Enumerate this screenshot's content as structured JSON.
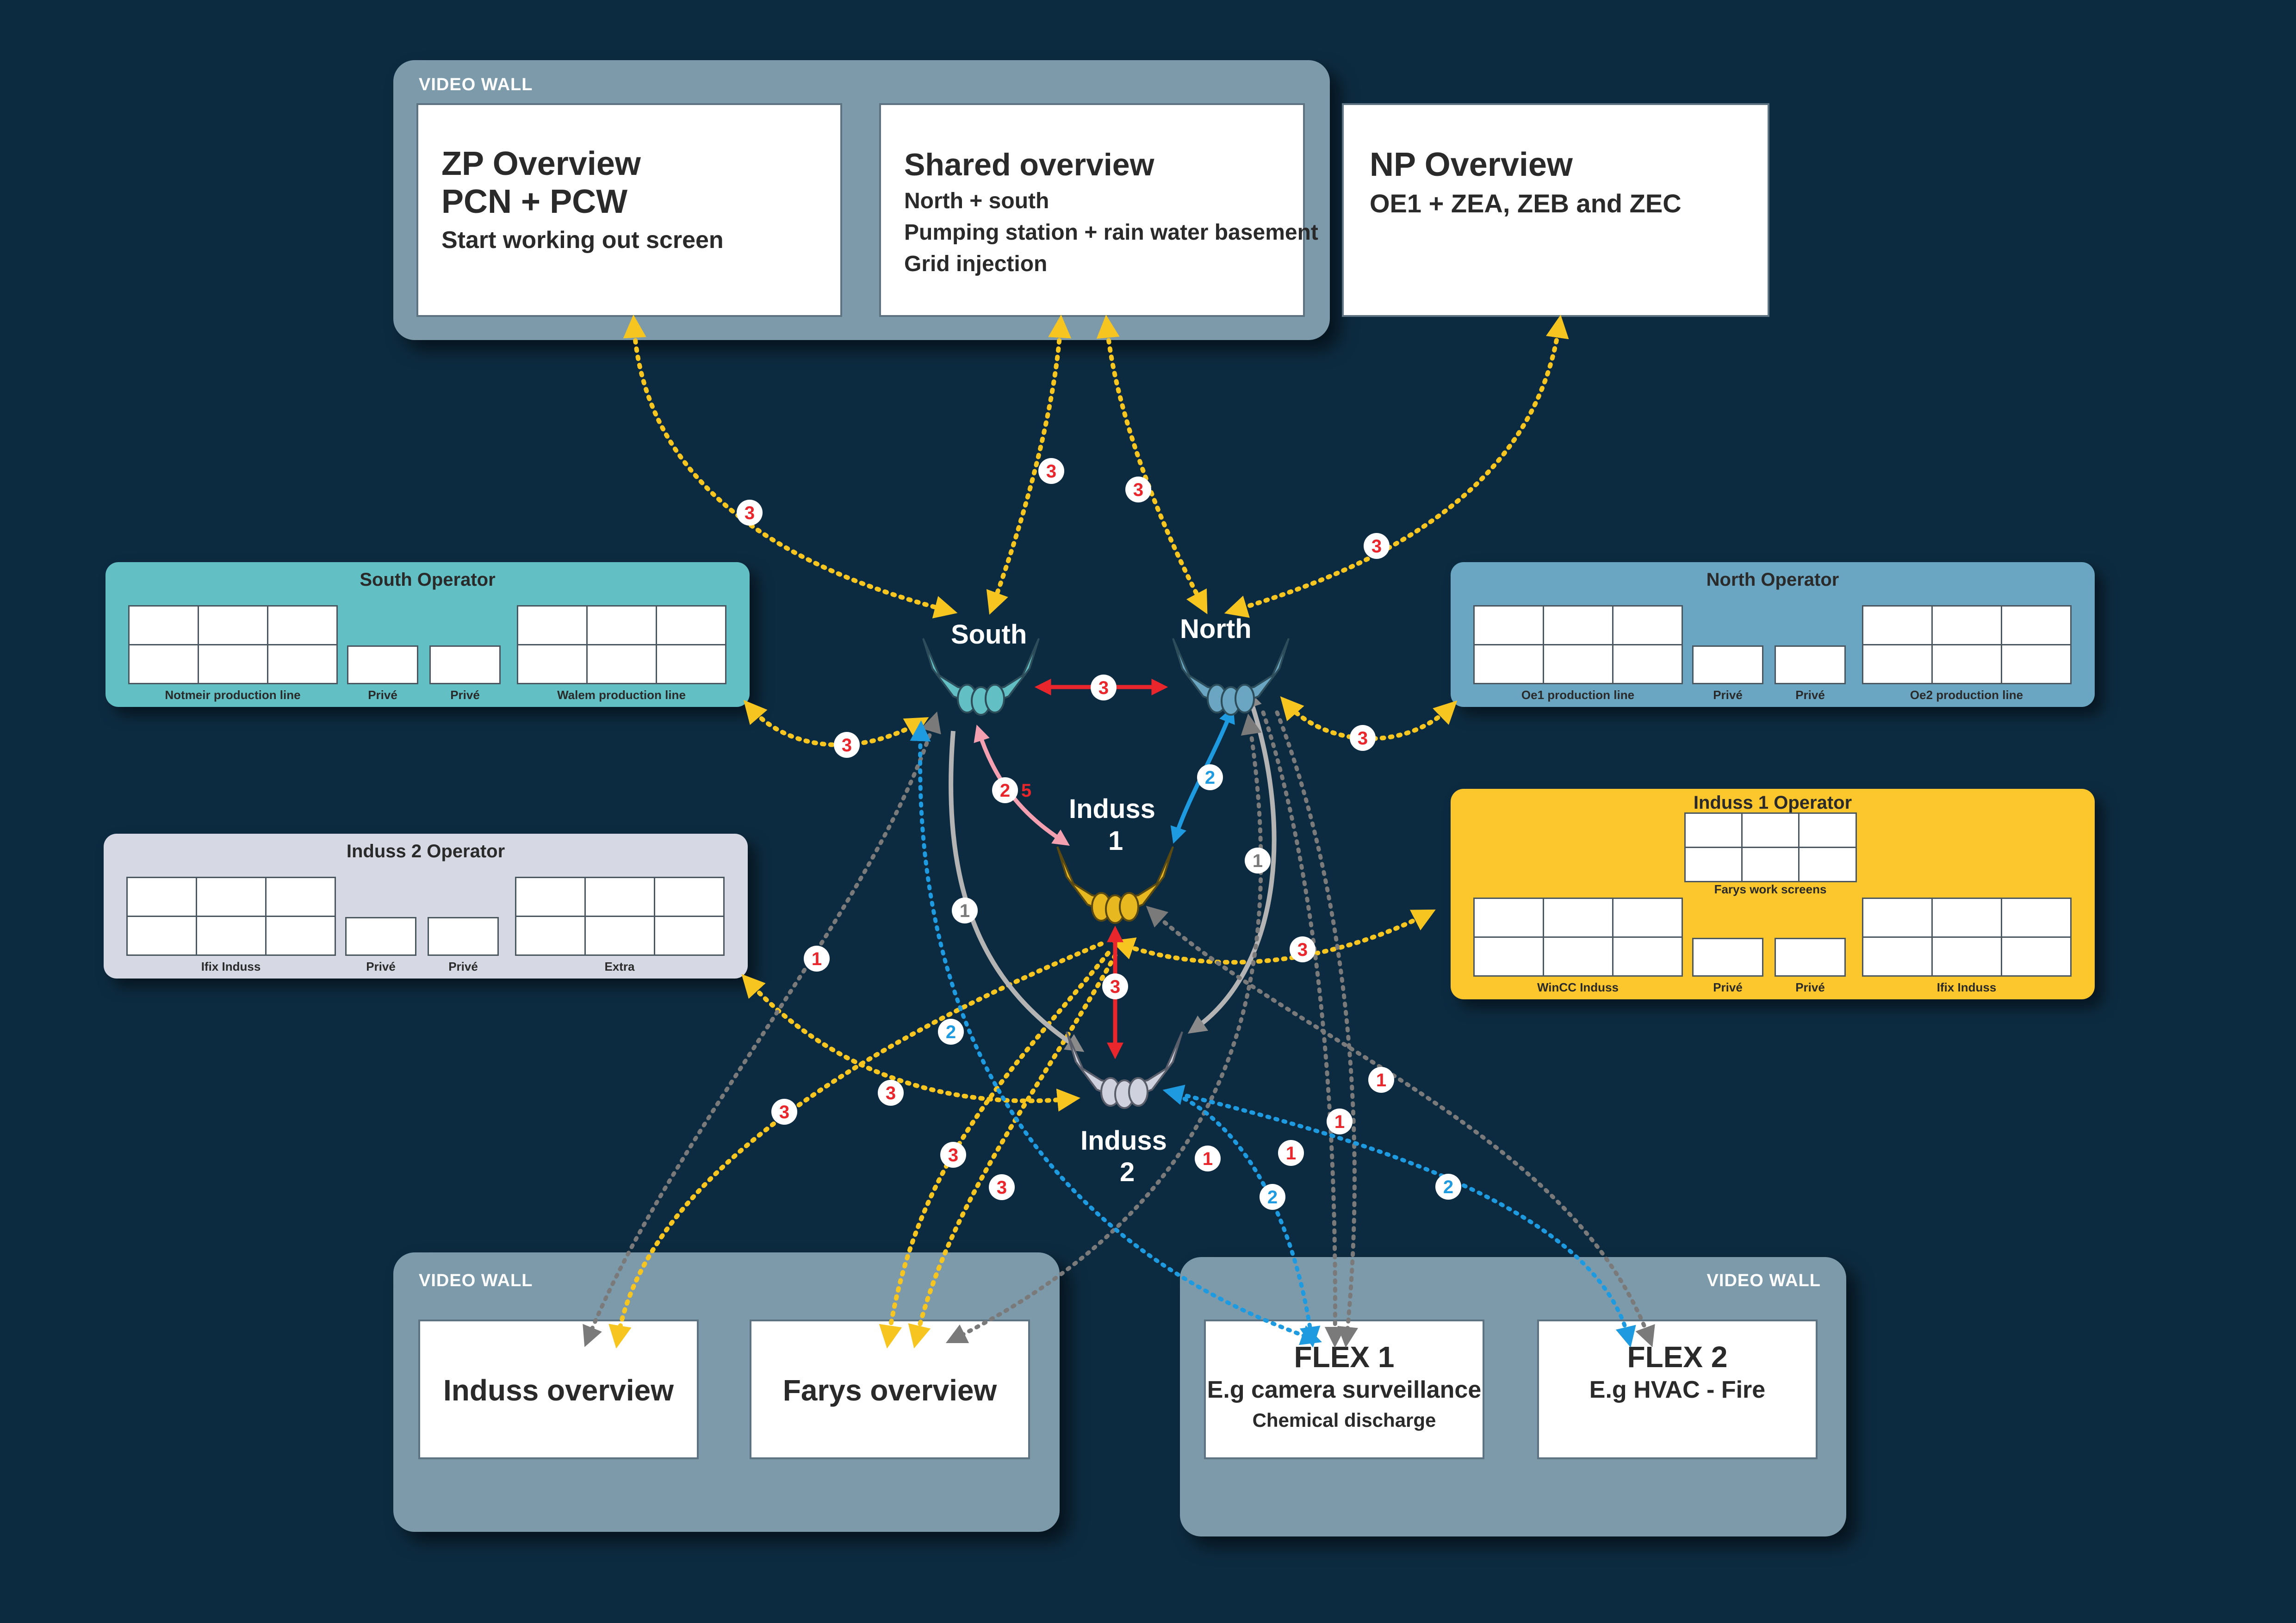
{
  "top_wall": {
    "label": "VIDEO WALL",
    "screens": [
      {
        "title_lines": [
          "ZP Overview",
          "PCN + PCW"
        ],
        "detail_lines": [
          "Start working out screen"
        ]
      },
      {
        "title_lines": [
          "Shared overview"
        ],
        "detail_lines": [
          "North + south",
          "Pumping station + rain water basement",
          "Grid injection"
        ]
      },
      {
        "title_lines": [
          "NP Overview"
        ],
        "detail_lines": [
          "OE1 + ZEA, ZEB and ZEC"
        ]
      }
    ]
  },
  "bottom_left_wall": {
    "label": "VIDEO WALL",
    "screens": [
      {
        "title": "Induss overview"
      },
      {
        "title": "Farys overview"
      }
    ]
  },
  "bottom_right_wall": {
    "label": "VIDEO WALL",
    "screens": [
      {
        "title": "FLEX 1",
        "lines": [
          "E.g camera surveillance",
          "Chemical discharge"
        ]
      },
      {
        "title": "FLEX 2",
        "lines": [
          "E.g HVAC - Fire"
        ]
      }
    ]
  },
  "operators": {
    "south": {
      "title": "South Operator",
      "captions": [
        "Notmeir production line",
        "Privé",
        "Privé",
        "Walem production line"
      ],
      "color": "#62c0c4"
    },
    "north": {
      "title": "North Operator",
      "captions": [
        "Oe1 production line",
        "Privé",
        "Privé",
        "Oe2 production line"
      ],
      "color": "#6aa6c2"
    },
    "induss2": {
      "title": "Induss 2 Operator",
      "captions": [
        "Ifix Induss",
        "Privé",
        "Privé",
        "Extra"
      ],
      "color": "#d6d8e4"
    },
    "induss1": {
      "title": "Induss 1 Operator",
      "top_caption": "Farys work screens",
      "captions": [
        "WinCC Induss",
        "Privé",
        "Privé",
        "Ifix Induss"
      ],
      "color": "#fcc72c"
    }
  },
  "nodes": {
    "south": {
      "label": "South",
      "color": "#62c0c4"
    },
    "north": {
      "label": "North",
      "color": "#6aa6c2"
    },
    "induss1": {
      "label_lines": [
        "Induss",
        "1"
      ],
      "color": "#e8b820"
    },
    "induss2": {
      "label_lines": [
        "Induss",
        "2"
      ],
      "color": "#cfd2de"
    }
  },
  "link_colors": {
    "link_1": "#7a7a7a",
    "link_1_solid": "#b4b4b4",
    "link_2": "#1e9be0",
    "link_3": "#f7c520",
    "link_3_red": "#e8262c",
    "link_25": "#f5a0b0"
  },
  "badges": {
    "one": "1",
    "two": "2",
    "three": "3",
    "twenty_five_a": "2",
    "twenty_five_b": "5"
  }
}
